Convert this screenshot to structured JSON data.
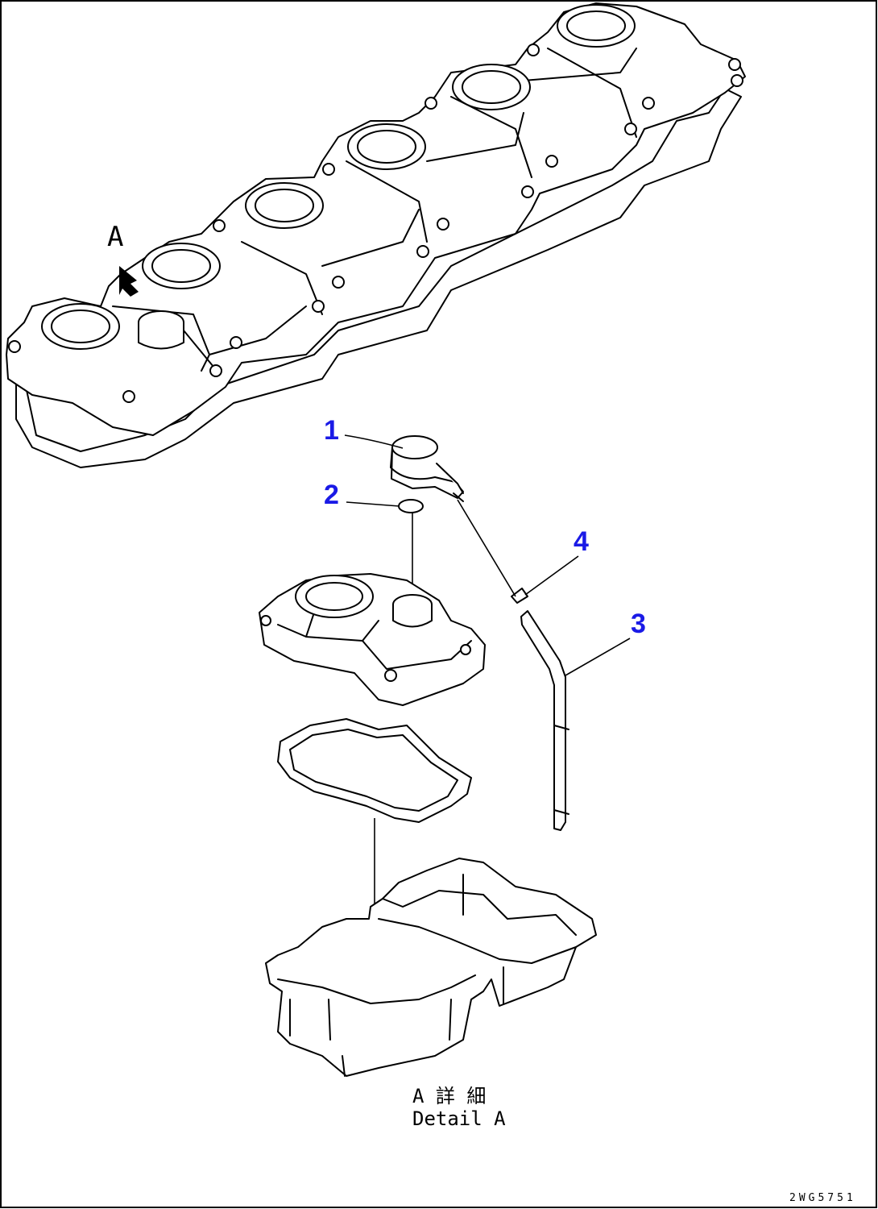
{
  "detail_marker": "A",
  "callouts": [
    {
      "id": "1",
      "label": "1"
    },
    {
      "id": "2",
      "label": "2"
    },
    {
      "id": "3",
      "label": "3"
    },
    {
      "id": "4",
      "label": "4"
    }
  ],
  "caption": {
    "line1": "A 詳 細",
    "line2": "Detail A"
  },
  "drawing_code": "2WG5751"
}
